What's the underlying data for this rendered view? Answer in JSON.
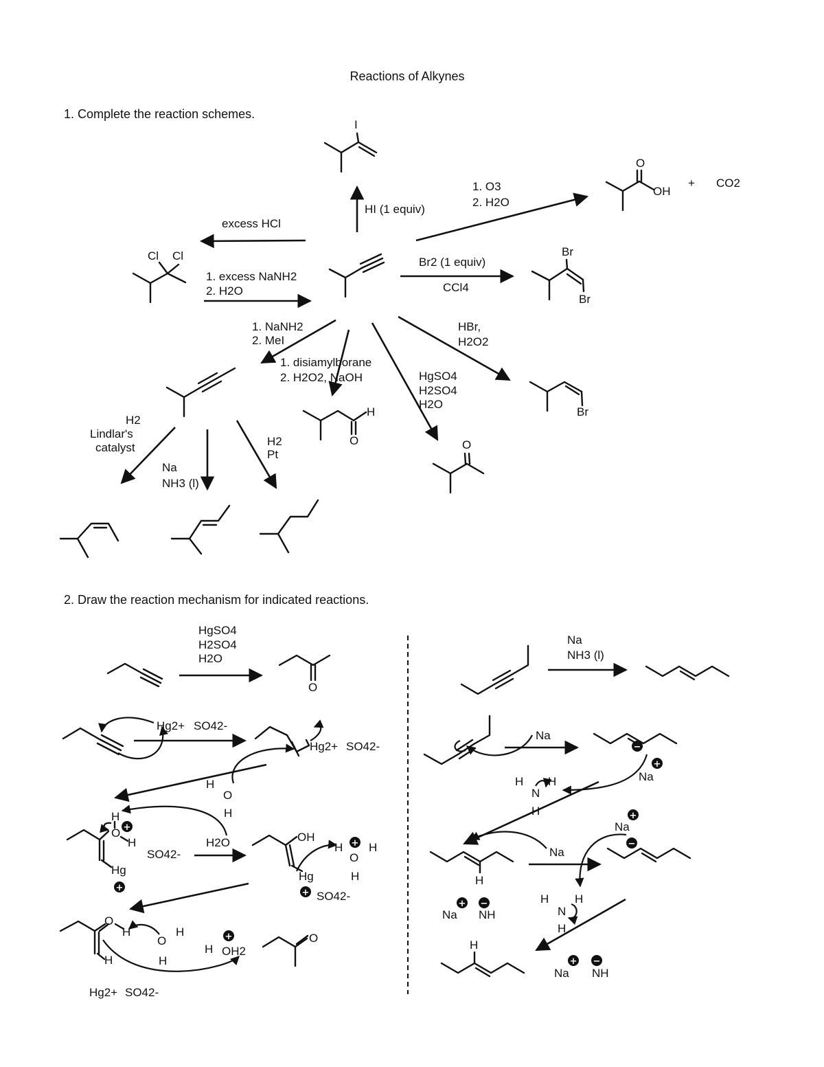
{
  "page": {
    "title": "Reactions of Alkynes",
    "q1": "1. Complete the reaction schemes.",
    "q2": "2. Draw the reaction mechanism for indicated reactions."
  },
  "scheme1": {
    "center": "3-methyl-1-butyne",
    "reagents": {
      "excess_hcl": "excess HCl",
      "hi": "HI (1 equiv)",
      "ozonolysis": [
        "1. O3",
        "2. H2O"
      ],
      "br2": "Br2 (1 equiv)",
      "ccl4": "CCl4",
      "excess_nanh2": [
        "1. excess NaNH2",
        "2. H2O"
      ],
      "alkylation": [
        "1. NaNH2",
        "2. MeI"
      ],
      "hydroboration": [
        "1. disiamylborane",
        "2. H2O2, NaOH"
      ],
      "hydration": [
        "HgSO4",
        "H2SO4",
        "H2O"
      ],
      "hbr_peroxide": [
        "HBr,",
        "H2O2"
      ],
      "lindlar": [
        "H2",
        "Lindlar's",
        "catalyst"
      ],
      "dissolving_metal": [
        "Na",
        "NH3 (l)"
      ],
      "hydrogenation": [
        "H2",
        "Pt"
      ]
    },
    "atoms": {
      "iodo": "I",
      "carbonyl_o": "O",
      "oh": "OH",
      "plus": "+",
      "co2": "CO2",
      "cl": "Cl",
      "br": "Br",
      "h": "H"
    }
  },
  "mechanism_left": {
    "reagents": [
      "HgSO4",
      "H2SO4",
      "H2O"
    ],
    "labels": {
      "hg2plus": "Hg2+",
      "so4": "SO42-",
      "hg": "Hg",
      "h": "H",
      "o": "O",
      "oh": "OH",
      "h2o": "H2O",
      "oh2": "OH2"
    }
  },
  "mechanism_right": {
    "reagents": [
      "Na",
      "NH3 (l)"
    ],
    "labels": {
      "na": "Na",
      "h": "H",
      "n": "N",
      "nh": "NH"
    }
  }
}
